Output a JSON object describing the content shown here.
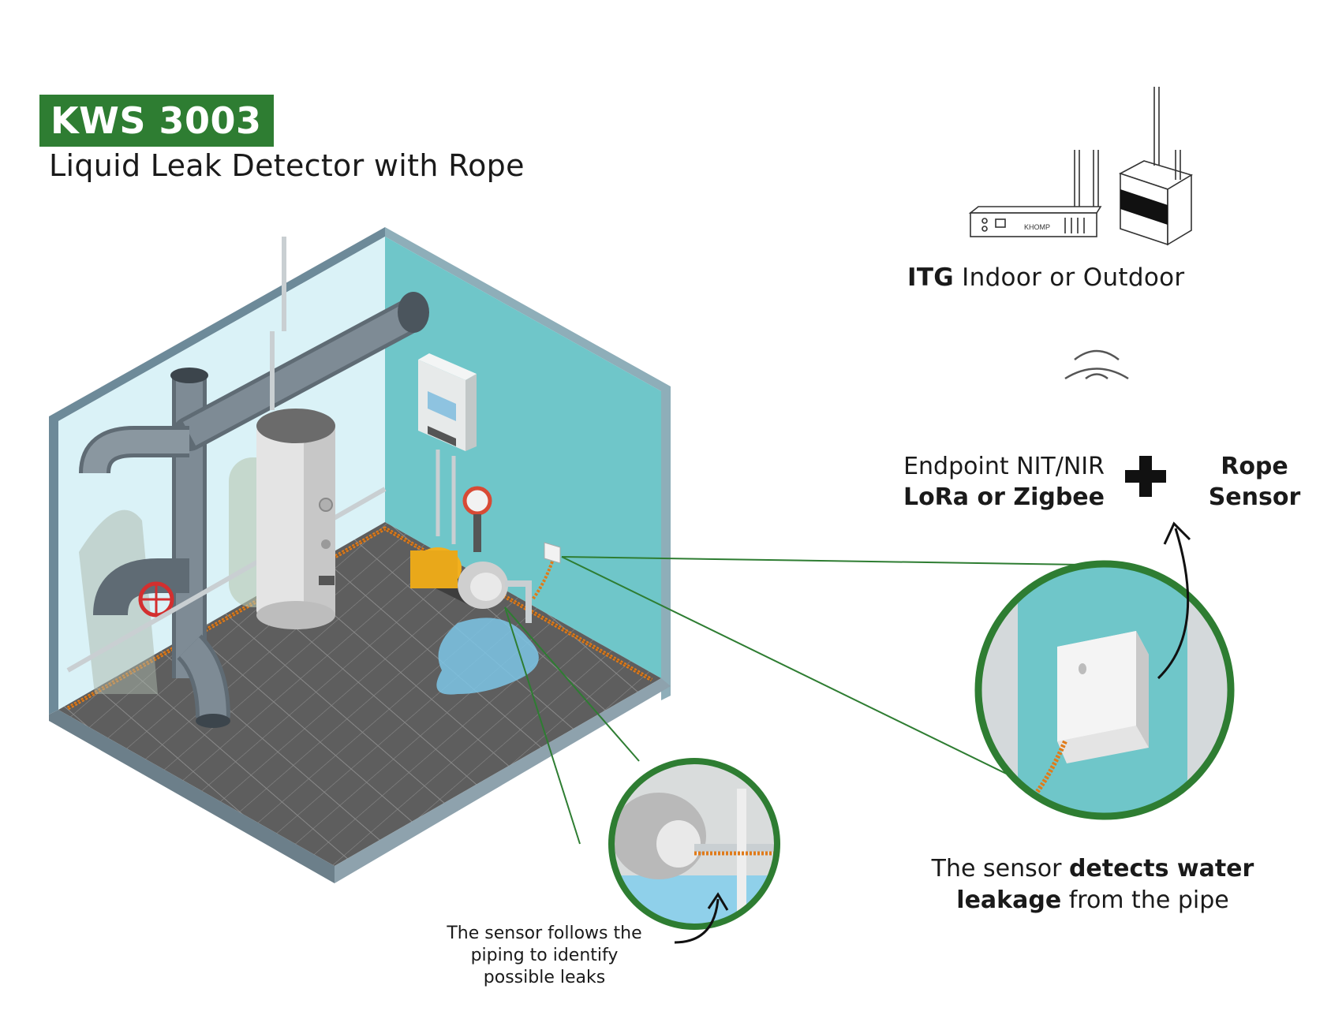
{
  "header": {
    "badge": "KWS 3003",
    "subtitle": "Liquid Leak Detector with Rope"
  },
  "gateway": {
    "name_bold": "ITG",
    "name_rest": " Indoor or Outdoor",
    "device_brand": "KHOMP"
  },
  "endpoint": {
    "line1": "Endpoint NIT/NIR",
    "line2": "LoRa or Zigbee"
  },
  "rope_sensor": {
    "line1": "Rope",
    "line2": "Sensor"
  },
  "detect_caption": {
    "part1": "The sensor ",
    "bold1": "detects water",
    "bold2": "leakage",
    "part2": " from the pipe"
  },
  "follow_caption": {
    "line1": "The sensor follows the",
    "line2": "piping to identify",
    "line3": "possible leaks"
  },
  "colors": {
    "brand_green": "#2e7d32",
    "wall_teal": "#6fc6c9",
    "wall_light": "#daf2f7",
    "floor": "#5f5f5f",
    "rope_orange": "#e07b1a"
  }
}
